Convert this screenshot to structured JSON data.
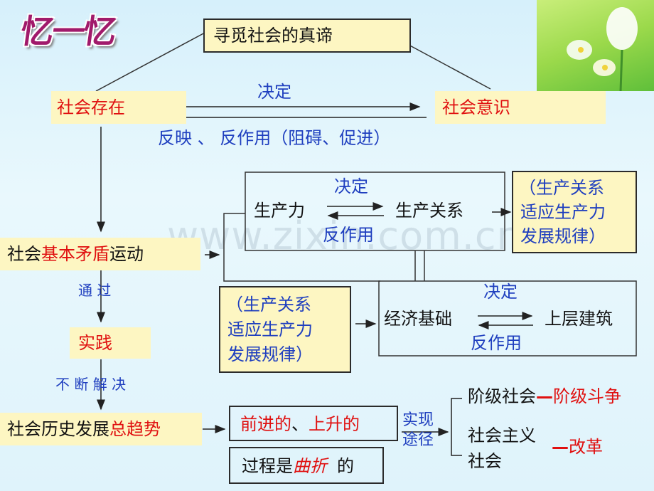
{
  "title": "忆一忆",
  "watermark": "www.zixin.com.cn",
  "top_box": "寻觅社会的真谛",
  "row1": {
    "left": "社会存在",
    "right": "社会意识",
    "arrow_top": "决定",
    "arrow_bottom": "反映  、  反作用（阻碍、促进）"
  },
  "productivity": {
    "top": "决定",
    "left": "生产力",
    "right": "生产关系",
    "bottom": "反作用"
  },
  "rule_right": [
    "（生产关系",
    "适应生产力",
    "发展规律）"
  ],
  "rule_left": [
    "（生产关系",
    "适应生产力",
    "发展规律）"
  ],
  "movement": {
    "pre": "社会",
    "key": "基本矛盾",
    "post": "运动"
  },
  "via": "通 过",
  "practice": "实践",
  "solve": "不 断 解 决",
  "base": {
    "top": "决定",
    "left": "经济基础",
    "right": "上层建筑",
    "bottom": "反作用"
  },
  "trend": {
    "pre": "社会历史发展",
    "key": "总趋势"
  },
  "forward": {
    "a": "前进的",
    "sep": "、",
    "b": "上升的"
  },
  "process": {
    "pre": "过程是",
    "key": "曲折",
    "post": "的"
  },
  "path_label": [
    "实现",
    "途径"
  ],
  "class_society": {
    "label": "阶级社会",
    "dash": "—",
    "result": "阶级斗争"
  },
  "socialist": {
    "label1": "社会主义",
    "label2": "社会",
    "dash": "—",
    "result": "改革"
  }
}
